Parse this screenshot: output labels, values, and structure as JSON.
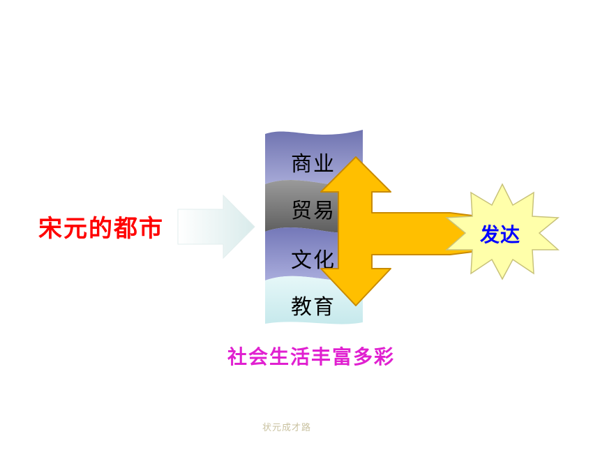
{
  "title": "宋元的都市",
  "tiers": [
    {
      "label": "商业",
      "color": "#8789be"
    },
    {
      "label": "贸易",
      "color": "#7a7a7a"
    },
    {
      "label": "文化",
      "color": "#8b8fc8"
    },
    {
      "label": "教育",
      "color": "#cfeef0"
    }
  ],
  "result_label": "发达",
  "subtitle": "社会生活丰富多彩",
  "footer": "状元成才路",
  "colors": {
    "title": "#ff0000",
    "result": "#0000ff",
    "subtitle": "#e020d0",
    "cross_arrow": "#ffbf00",
    "star": "#ffffaa",
    "flow_arrow": "#e6f2f2"
  }
}
